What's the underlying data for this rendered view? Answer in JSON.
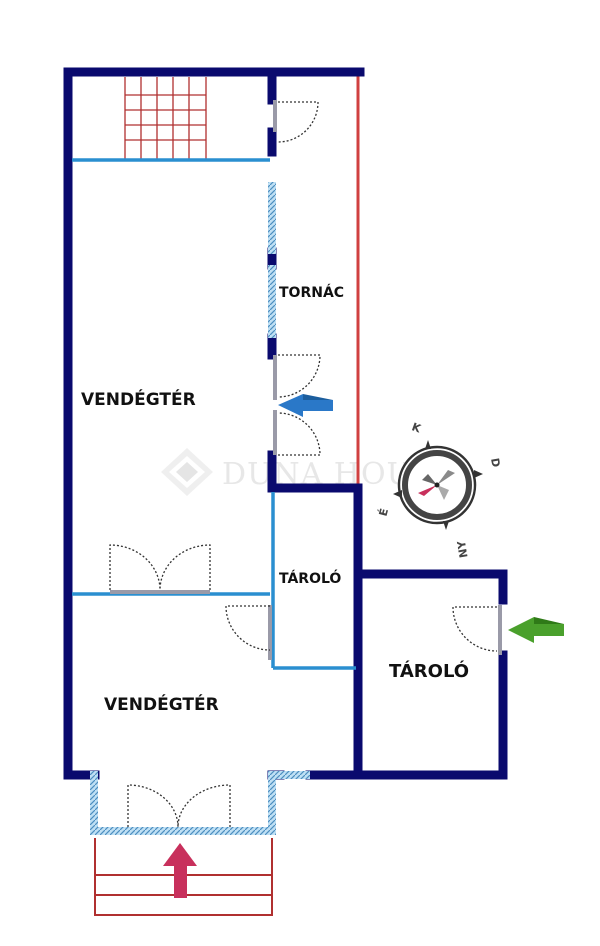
{
  "rooms": {
    "upper_guest_area": "VENDÉGTÉR",
    "lower_guest_area": "VENDÉGTÉR",
    "porch": "TORNÁC",
    "storage_inner": "TÁROLÓ",
    "storage_outer": "TÁROLÓ"
  },
  "watermark": {
    "text": "DUNA HOUSE"
  },
  "compass": {
    "north": "É",
    "east": "K",
    "south": "D",
    "west": "NY"
  },
  "colors": {
    "wall": "#0a0a6e",
    "partition": "#2a8fd0",
    "window_hatch": "#9ecbe6",
    "porch_line": "#d04040",
    "stairs": "#b03030",
    "entry_arrow": "#c8305c",
    "porch_arrow": "#2a78c8",
    "storage_arrow": "#4aa02c"
  },
  "icons": {
    "compass": "compass-rose-icon",
    "watermark": "diamond-logo-icon"
  }
}
